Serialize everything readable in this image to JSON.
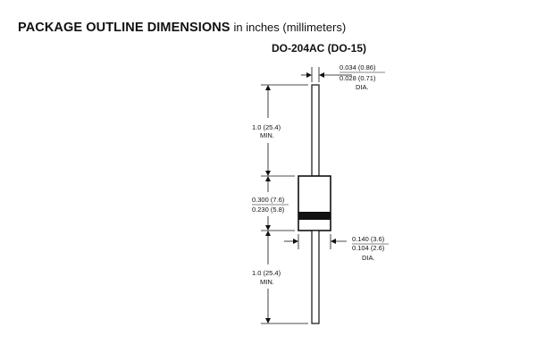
{
  "header": {
    "title_bold": "PACKAGE OUTLINE DIMENSIONS",
    "title_rest": "in inches (millimeters)"
  },
  "package": {
    "name": "DO-204AC (DO-15)"
  },
  "dimensions": {
    "lead_dia": {
      "max": "0.034 (0.86)",
      "min": "0.028 (0.71)",
      "note": "DIA."
    },
    "lead_len_top": {
      "value": "1.0 (25.4)",
      "note": "MIN."
    },
    "body_len": {
      "max": "0.300 (7.6)",
      "min": "0.230 (5.8)"
    },
    "body_dia": {
      "max": "0.140 (3.6)",
      "min": "0.104 (2.6)",
      "note": "DIA."
    },
    "lead_len_bottom": {
      "value": "1.0 (25.4)",
      "note": "MIN."
    }
  }
}
